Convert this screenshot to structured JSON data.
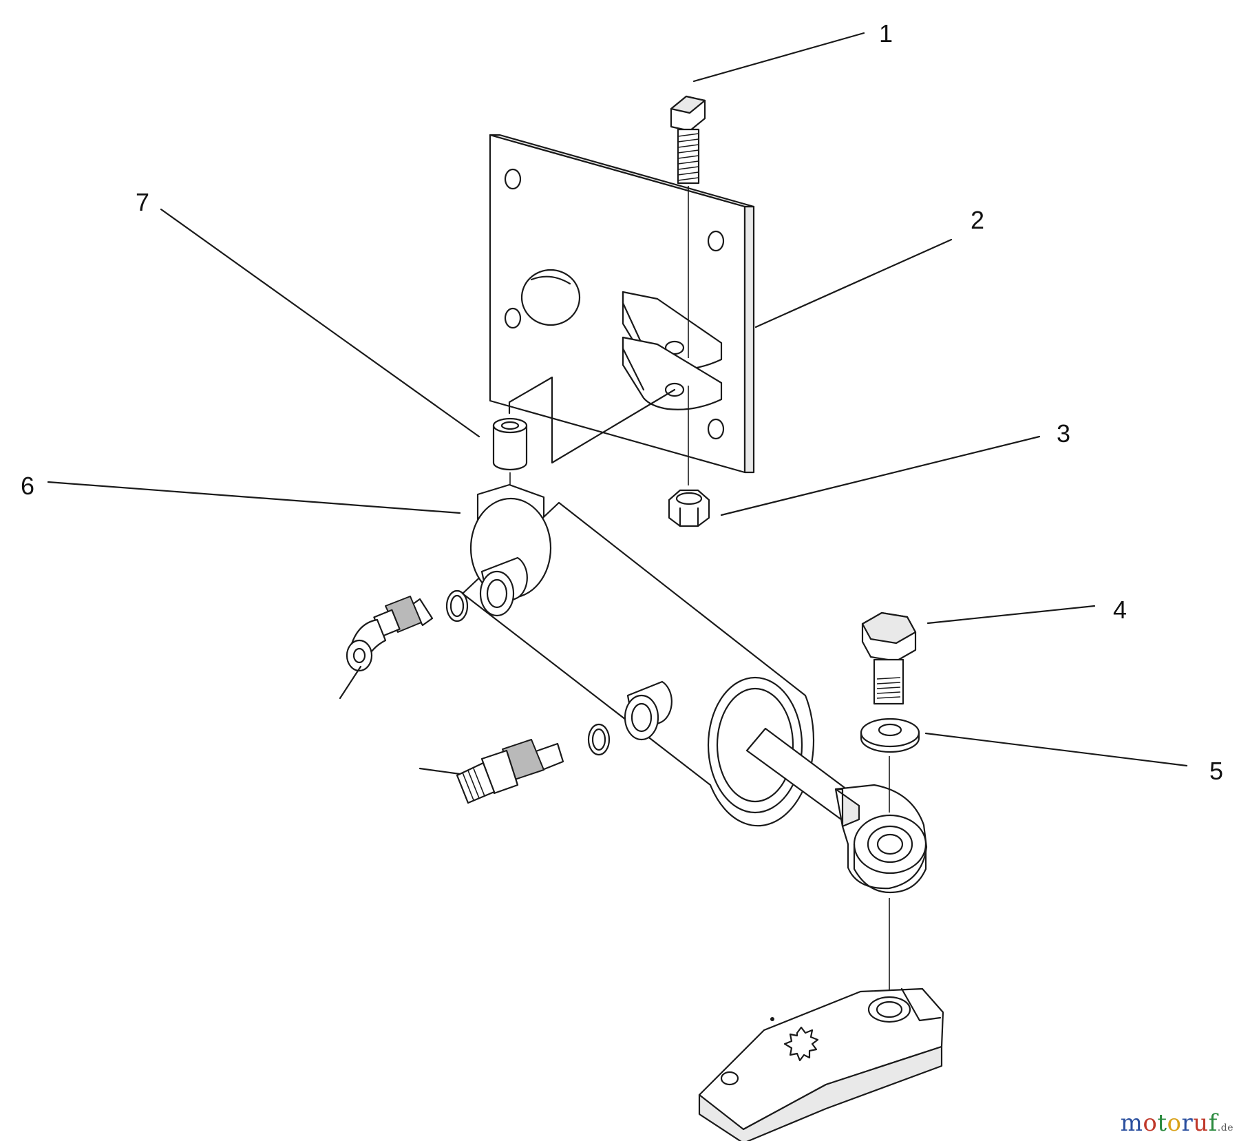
{
  "callouts": [
    {
      "id": "1",
      "label": "1",
      "part": "hex-bolt"
    },
    {
      "id": "2",
      "label": "2",
      "part": "mounting-bracket-plate"
    },
    {
      "id": "3",
      "label": "3",
      "part": "hex-nut"
    },
    {
      "id": "4",
      "label": "4",
      "part": "hex-bolt-short"
    },
    {
      "id": "5",
      "label": "5",
      "part": "flat-washer"
    },
    {
      "id": "6",
      "label": "6",
      "part": "hydraulic-cylinder"
    },
    {
      "id": "7",
      "label": "7",
      "part": "spacer-bushing"
    }
  ],
  "watermark": {
    "brand": [
      "m",
      "o",
      "t",
      "o",
      "r",
      "u",
      "f"
    ],
    "brand_colors": [
      "#2a4f9e",
      "#c0392b",
      "#2a8a3e",
      "#d9a21b",
      "#2a4f9e",
      "#c0392b",
      "#2a8a3e"
    ],
    "suffix": ".de"
  }
}
